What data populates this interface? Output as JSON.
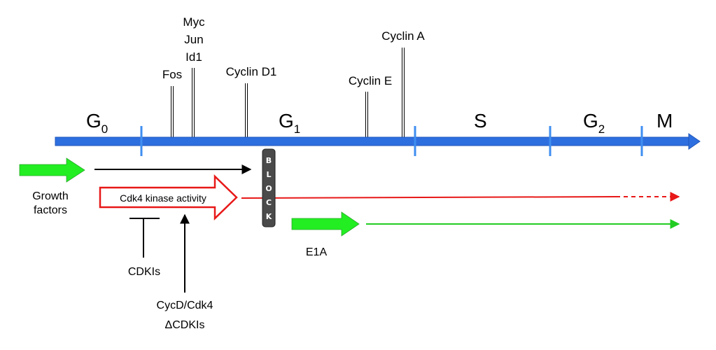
{
  "colors": {
    "timeline": "#2e6fe0",
    "tick": "#3f8ef0",
    "growth_arrow": "#22ee22",
    "cdk4_outline": "#e81818",
    "red_path": "#e81818",
    "green_path": "#22cc22",
    "block_fill": "#4a4a4a"
  },
  "phases": {
    "g0": {
      "main": "G",
      "sub": "0"
    },
    "g1": {
      "main": "G",
      "sub": "1"
    },
    "s": {
      "main": "S"
    },
    "g2": {
      "main": "G",
      "sub": "2"
    },
    "m": {
      "main": "M"
    }
  },
  "genes": {
    "fos": "Fos",
    "myc_jun_id1": [
      "Myc",
      "Jun",
      "Id1"
    ],
    "cyclin_d1": "Cyclin D1",
    "cyclin_e": "Cyclin E",
    "cyclin_a": "Cyclin A"
  },
  "labels": {
    "growth_factors": [
      "Growth",
      "factors"
    ],
    "cdk4_kinase_activity": "Cdk4 kinase activity",
    "block_letters": [
      "B",
      "L",
      "O",
      "C",
      "K"
    ],
    "e1a": "E1A",
    "cdkis": "CDKIs",
    "cycd_cdk4": "CycD/Cdk4",
    "delta_cdkis": "ΔCDKIs"
  },
  "icons": {
    "growth_arrow": "block-arrow-right",
    "e1a_arrow": "block-arrow-right",
    "cdki_inhibition": "t-bar-inhibitor",
    "block": "rounded-rectangle"
  }
}
